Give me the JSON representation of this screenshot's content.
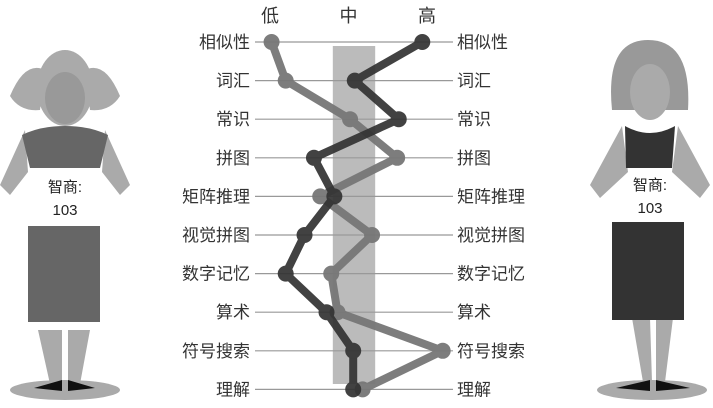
{
  "chart_data": {
    "type": "line",
    "scale_labels": [
      "低",
      "中",
      "高"
    ],
    "scale_range": [
      0,
      100
    ],
    "average_band": [
      40,
      67
    ],
    "categories": [
      "相似性",
      "词汇",
      "常识",
      "拼图",
      "矩阵推理",
      "视觉拼图",
      "数字记忆",
      "算术",
      "符号搜索",
      "理解"
    ],
    "series": [
      {
        "name": "left-girl",
        "color": "#777777",
        "values": [
          1,
          10,
          51,
          81,
          32,
          65,
          39,
          43,
          110,
          59
        ]
      },
      {
        "name": "right-girl",
        "color": "#333333",
        "values": [
          97,
          54,
          82,
          28,
          41,
          22,
          10,
          36,
          53,
          53
        ]
      }
    ]
  },
  "figures": {
    "left": {
      "sign_label": "智商:",
      "iq": "103"
    },
    "right": {
      "sign_label": "智商:",
      "iq": "103"
    }
  }
}
